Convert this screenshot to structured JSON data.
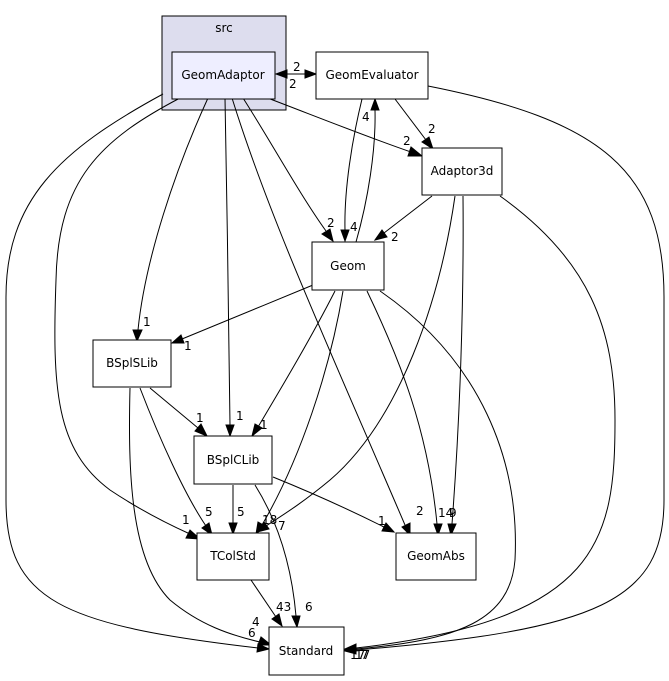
{
  "cluster": {
    "label": "src"
  },
  "nodes": {
    "geomadaptor": "GeomAdaptor",
    "geomevaluator": "GeomEvaluator",
    "adaptor3d": "Adaptor3d",
    "geom": "Geom",
    "bsplslib": "BSplSLib",
    "bsplclib": "BSplCLib",
    "tcolstd": "TColStd",
    "geomabs": "GeomAbs",
    "standard": "Standard"
  },
  "edge_labels": {
    "ga_ge": "2",
    "ge_ga": "2",
    "ga_a3d": "2",
    "ga_geom": "2",
    "ga_bsl": "1",
    "ga_bcl": "1",
    "ga_tcs": "1",
    "ga_gabs": "2",
    "ga_std": "6",
    "ge_geom": "4",
    "geom_ge": "4",
    "ge_a3d": "2",
    "ge_std": "7",
    "a3d_geom": "2",
    "a3d_tcs": "18",
    "a3d_gabs": "9",
    "a3d_std": "17",
    "geom_bsl": "1",
    "geom_bcl": "1",
    "geom_tcs": "7",
    "geom_gabs": "14",
    "geom_std": "17",
    "bsl_bcl": "1",
    "bsl_tcs": "5",
    "bsl_std": "4",
    "bcl_tcs": "5",
    "bcl_gabs": "1",
    "bcl_std": "6",
    "tcs_std": "43"
  }
}
